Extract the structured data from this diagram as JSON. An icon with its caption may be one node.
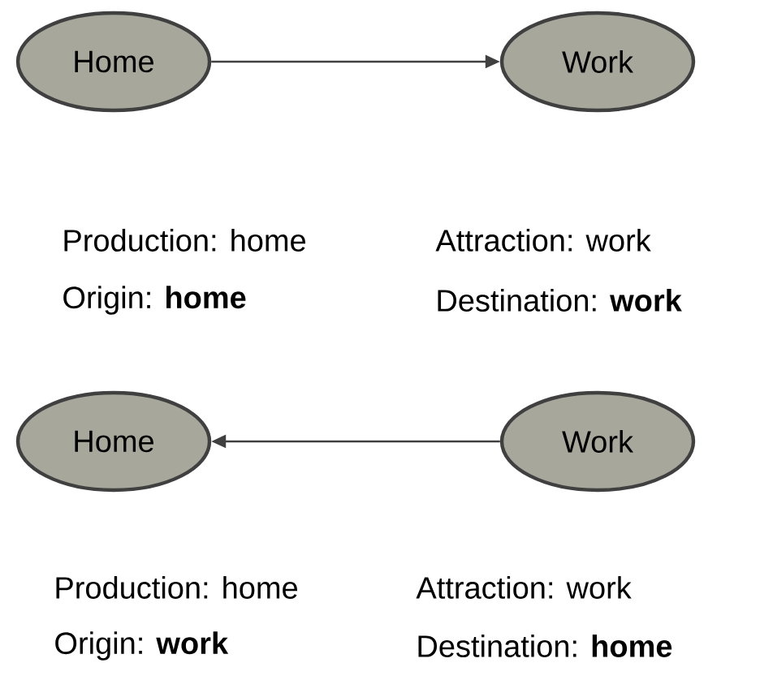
{
  "diagram": {
    "nodes": [
      {
        "text": [
          "Home"
        ]
      },
      {
        "text": [
          "Work"
        ]
      },
      {
        "text": [
          "Home"
        ]
      },
      {
        "text": [
          "Work"
        ]
      }
    ],
    "edges": [
      {
        "from": 0,
        "to": 1,
        "arrow": "to"
      },
      {
        "from": 3,
        "to": 2,
        "arrow": "to"
      }
    ],
    "labels": [
      "Production: home",
      "Attraction: work",
      "Origin: **home**",
      "Destination: **work**",
      "Production: home",
      "Attraction: work",
      "Origin: **work**",
      "Destination: **home**"
    ]
  }
}
